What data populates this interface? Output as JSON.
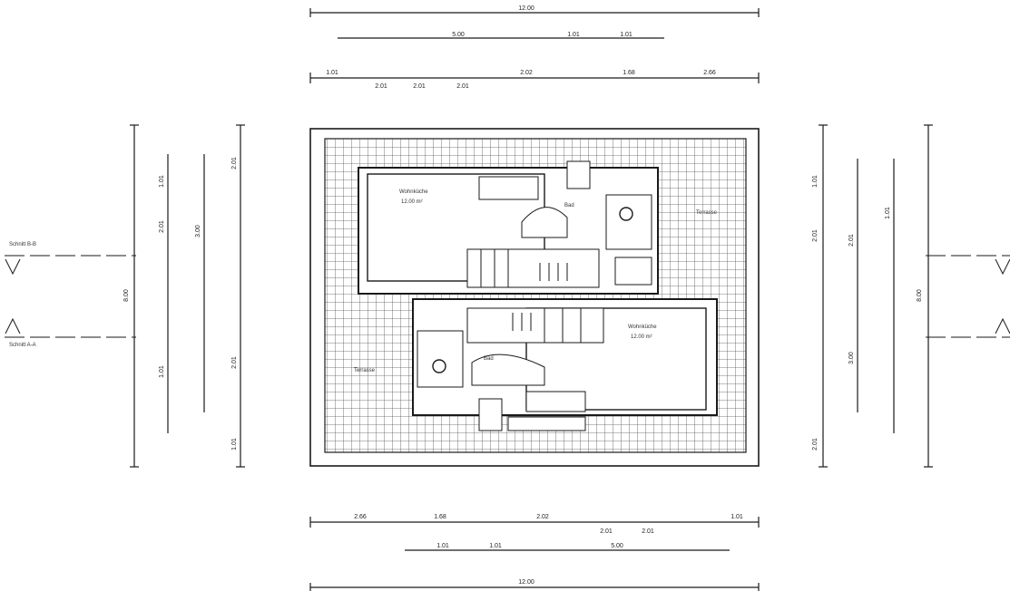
{
  "overall_width_top": "12.00",
  "overall_width_bottom": "12.00",
  "top_dims_row1": [
    "5.00",
    "1.01",
    "1.01"
  ],
  "top_dims_row2": [
    "1.01",
    "2.01",
    "2.01",
    "2.01",
    "2.02",
    "1.68",
    "2.66"
  ],
  "bottom_dims_row1": [
    "2.66",
    "1.68",
    "2.02",
    "2.01",
    "2.01",
    "1.01"
  ],
  "bottom_dims_row2": [
    "1.01",
    "1.01",
    "5.00"
  ],
  "left_overall": "8.00",
  "right_overall": "8.00",
  "left_dims": [
    "1.01",
    "2.01",
    "3.00",
    "1.01",
    "2.01",
    "2.01",
    "1.01"
  ],
  "right_dims": [
    "1.01",
    "2.01",
    "2.01",
    "2.01",
    "3.00",
    "1.01"
  ],
  "section_labels": {
    "top": "Schnitt B-B",
    "bottom": "Schnitt A-A"
  },
  "rooms": {
    "upper_left_name": "Wohnküche",
    "upper_left_area": "12.00 m²",
    "lower_right_name": "Wohnküche",
    "lower_right_area": "12.00 m²",
    "bath_upper": "Bad",
    "bath_lower": "Bad",
    "terrace_right": "Terrasse",
    "terrace_left": "Terrasse"
  },
  "colors": {
    "line": "#1a1a1a",
    "hatch": "#8a8a8a"
  }
}
